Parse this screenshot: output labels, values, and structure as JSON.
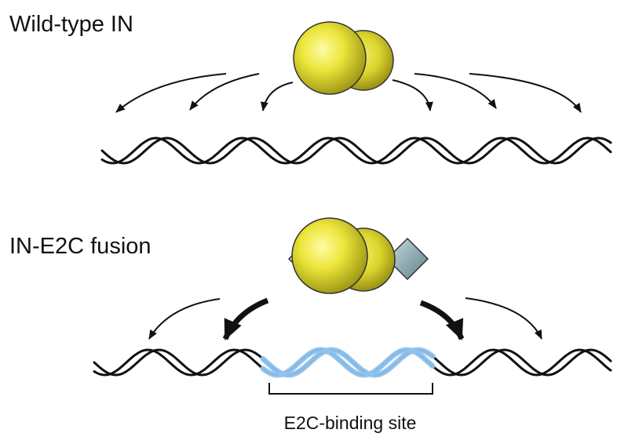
{
  "panels": {
    "top": {
      "title": "Wild-type IN"
    },
    "bottom": {
      "title": "IN-E2C fusion",
      "site_label": "E2C-binding site"
    }
  },
  "colors": {
    "protein_fill": "#e8e43a",
    "protein_edge": "#333333",
    "domain_fill": "#a9c5cc",
    "binding_site": "#8fc3ee",
    "dna_strand": "#111111"
  },
  "icons": {
    "protein": "integrase-dimer-sphere",
    "domain": "zinc-finger-diamond",
    "dna": "double-helix"
  }
}
